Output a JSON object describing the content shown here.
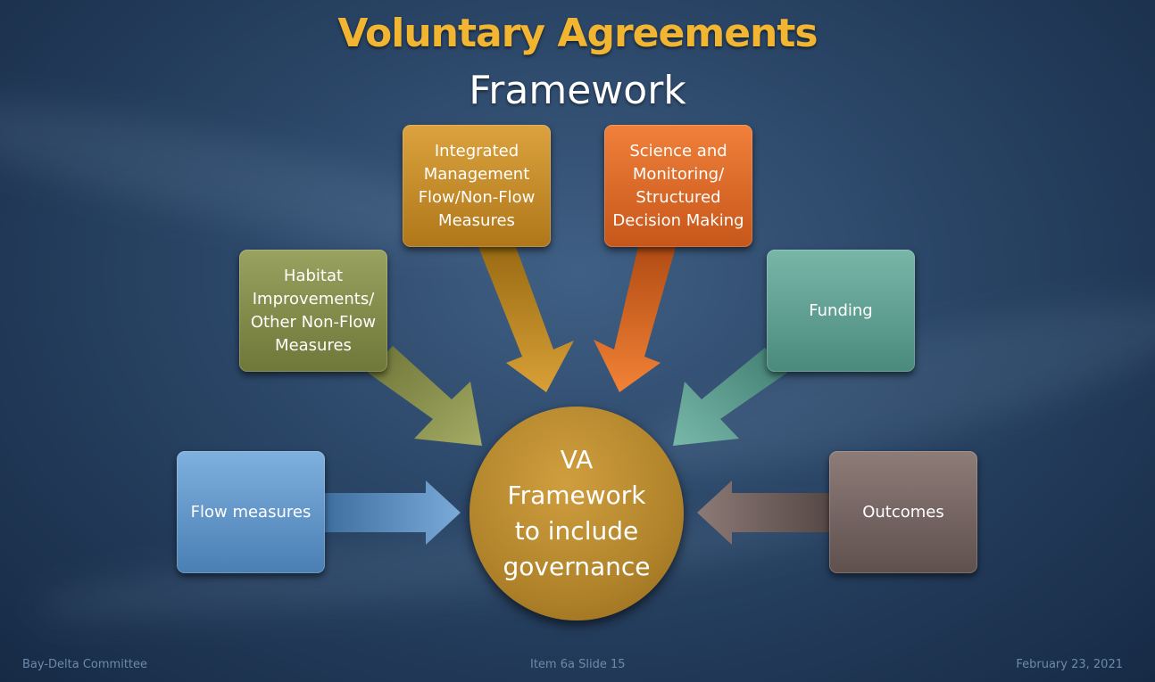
{
  "title": {
    "main": "Voluntary Agreements",
    "sub": "Framework"
  },
  "center": {
    "label": "VA\nFramework\nto include\ngovernance",
    "color": "#b1842b"
  },
  "boxes": {
    "flow": {
      "label": "Flow measures",
      "color": "#5b8fc4"
    },
    "habitat": {
      "label": "Habitat\nImprovements/\nOther Non-Flow\nMeasures",
      "color": "#818a48"
    },
    "integrated": {
      "label": "Integrated\nManagement\nFlow/Non-Flow\nMeasures",
      "color": "#c58d27"
    },
    "science": {
      "label": "Science and\nMonitoring/\nStructured\nDecision Making",
      "color": "#de6a25"
    },
    "funding": {
      "label": "Funding",
      "color": "#5b9e8f"
    },
    "outcomes": {
      "label": "Outcomes",
      "color": "#6f5f5c"
    }
  },
  "footer": {
    "left": "Bay-Delta Committee",
    "center": "Item 6a  Slide 15",
    "right": "February 23, 2021"
  }
}
